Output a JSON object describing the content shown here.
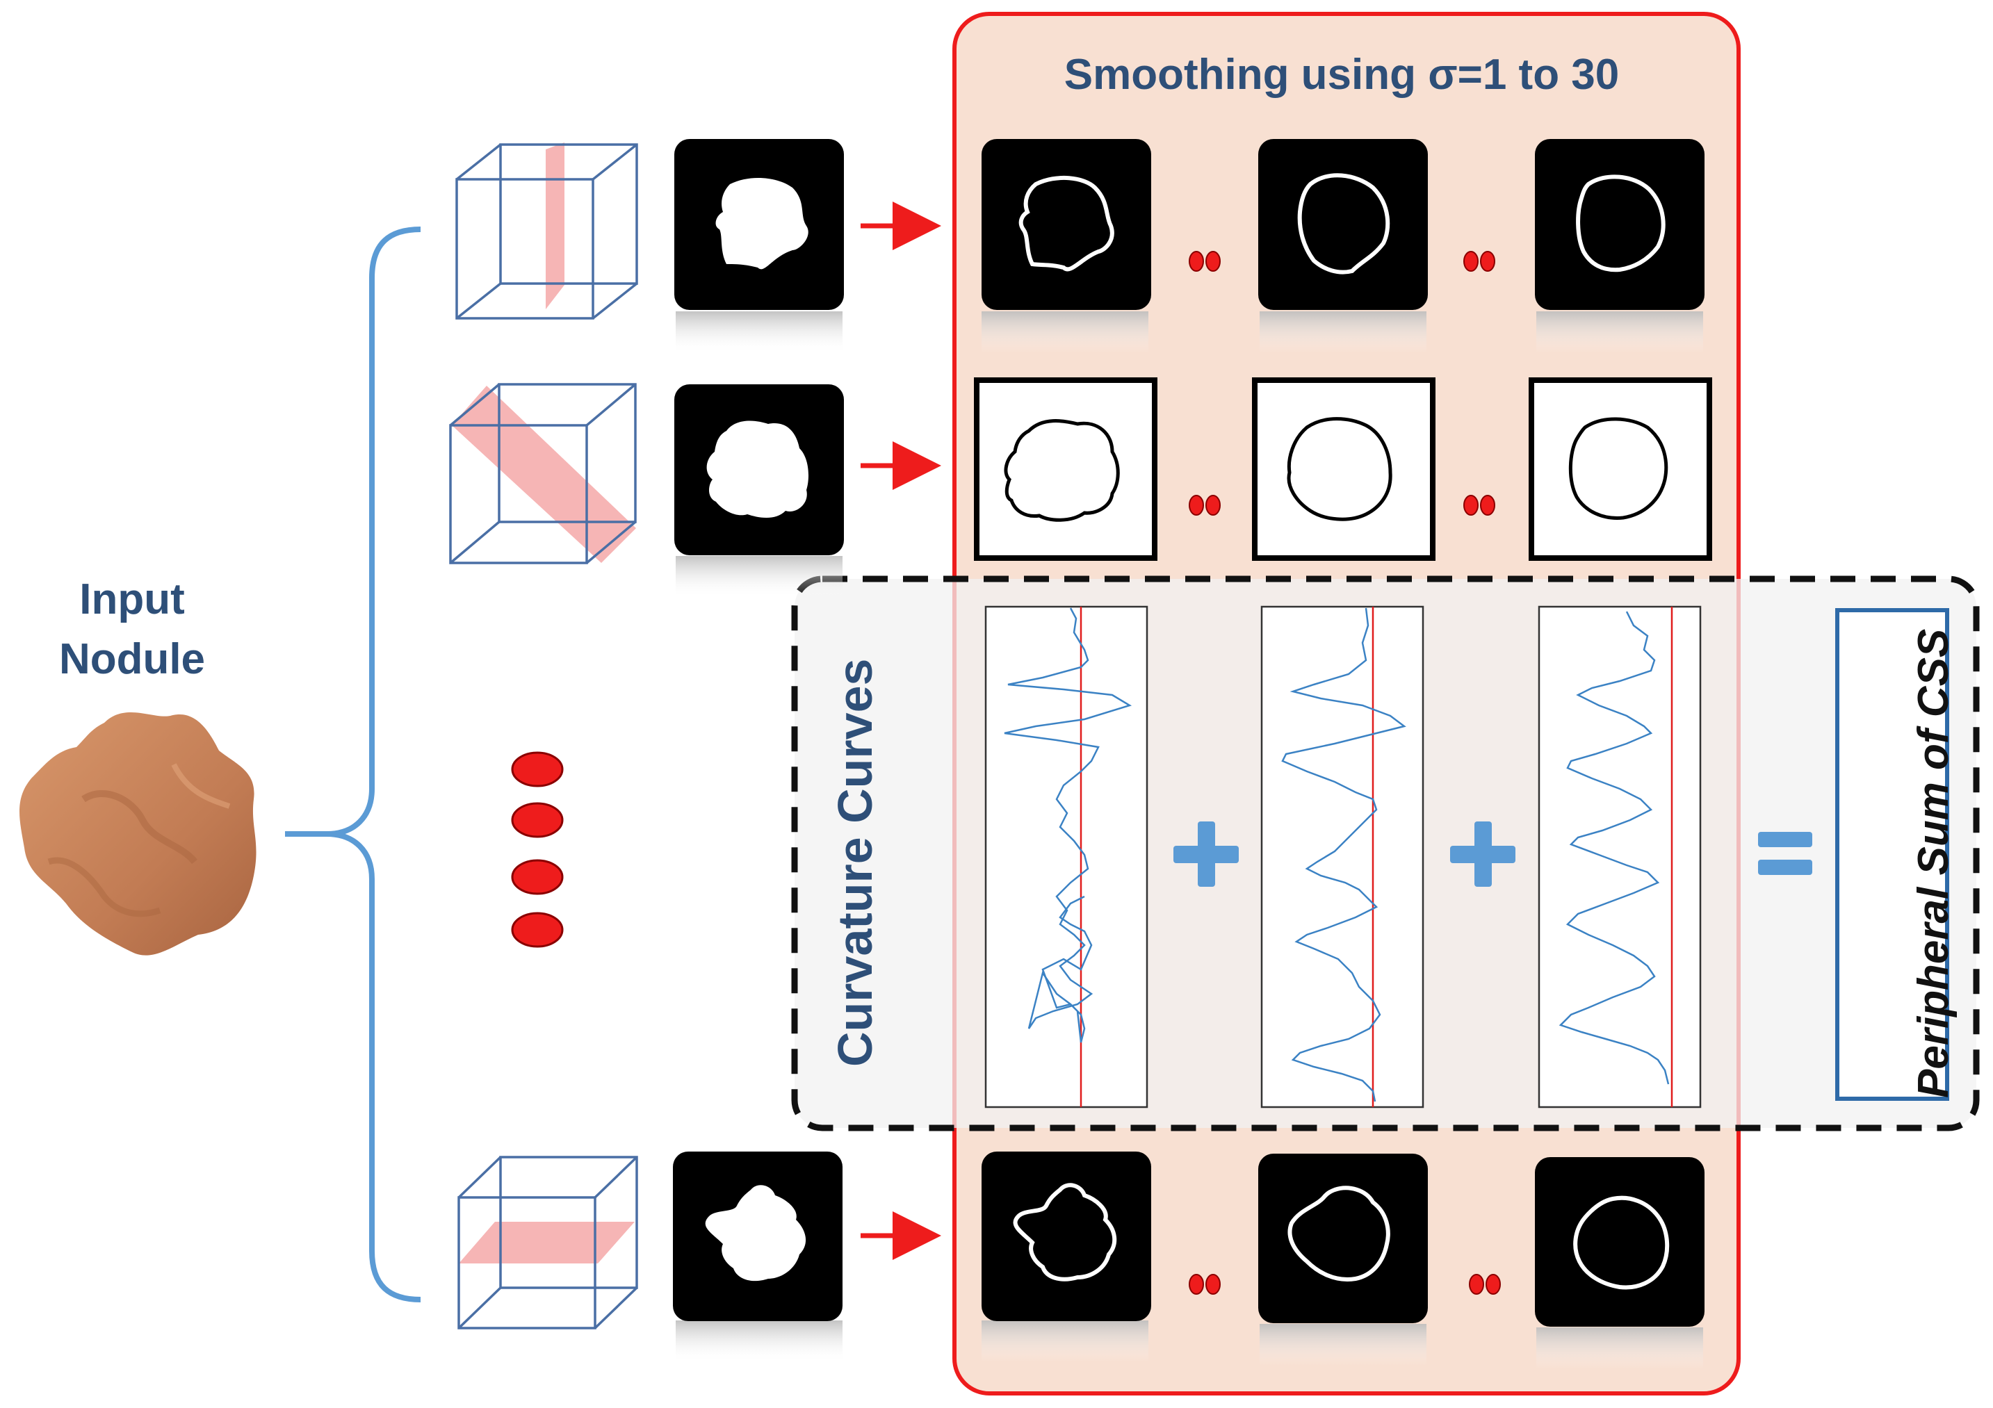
{
  "input": {
    "line1": "Input",
    "line2": "Nodule"
  },
  "smoothing": {
    "title": "Smoothing using σ=1 to 30"
  },
  "curvature": {
    "title": "Curvature Curves"
  },
  "result": {
    "label": "Peripheral Sum of CSS"
  },
  "operators": {
    "plus": "+",
    "equals": "="
  },
  "colors": {
    "label_blue": "#2e4f78",
    "brace_blue": "#5b9bd5",
    "highlight_red": "#ee1c1c",
    "panel_peach": "#f8e0d2",
    "nodule_brown": "#c8845c",
    "curve_blue": "#3b82c4"
  }
}
